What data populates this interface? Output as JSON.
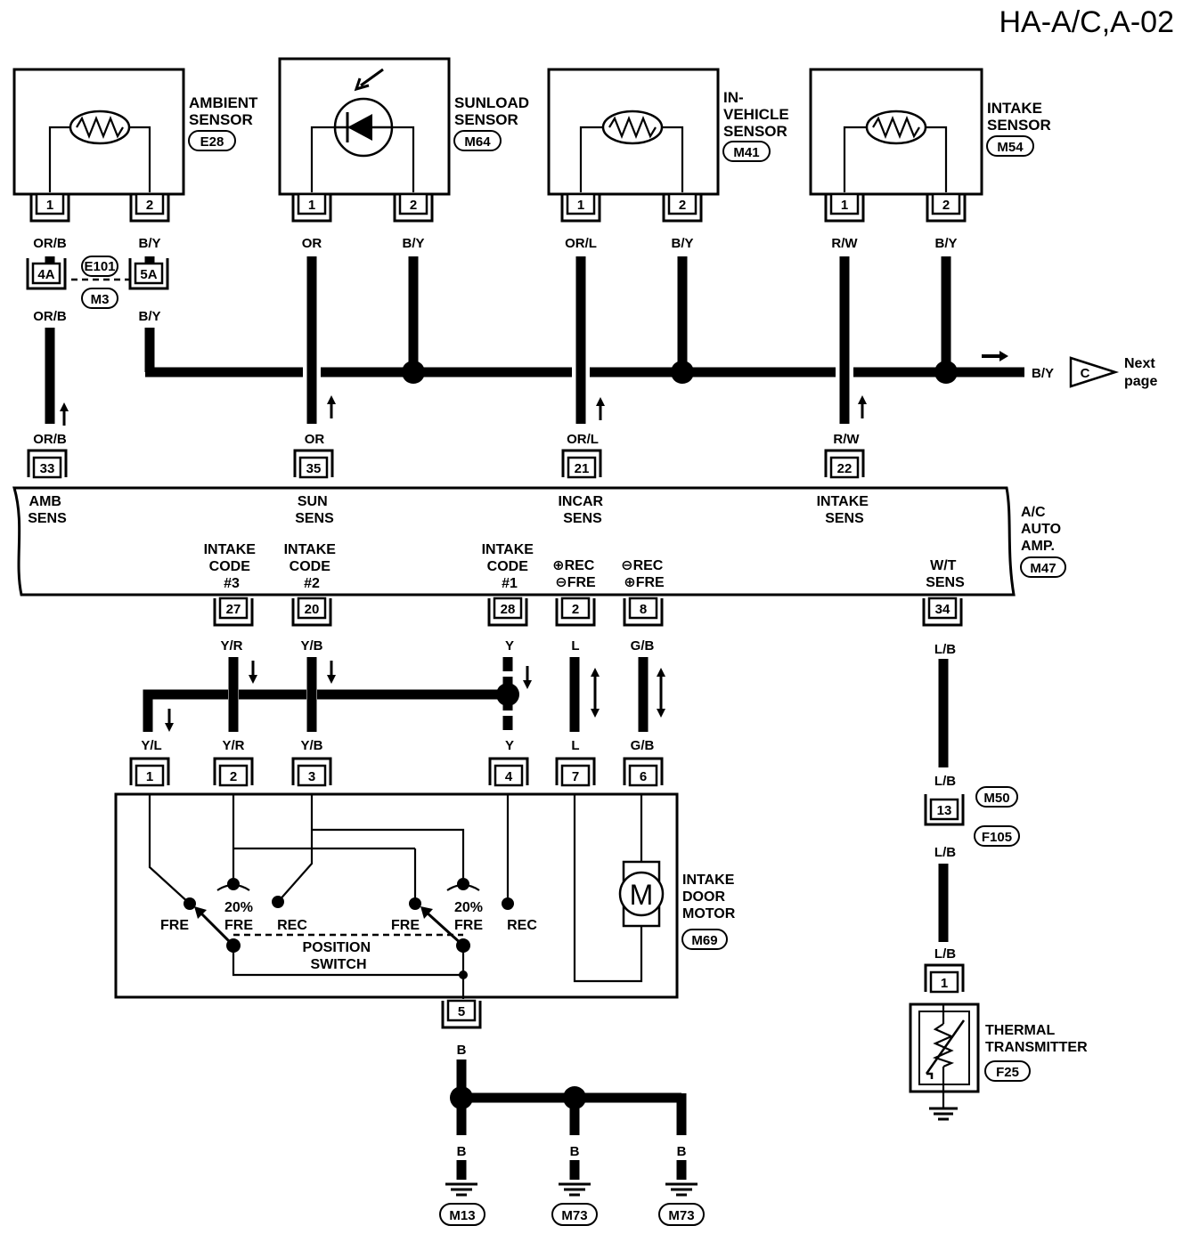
{
  "title": "HA-A/C,A-02",
  "sensors": [
    {
      "name_lines": [
        "AMBIENT",
        "SENSOR"
      ],
      "connector": "E28",
      "pin1": "1",
      "pin2": "2",
      "wire1": "OR/B",
      "wire2": "B/Y"
    },
    {
      "name_lines": [
        "SUNLOAD",
        "SENSOR"
      ],
      "connector": "M64",
      "pin1": "1",
      "pin2": "2",
      "wire1": "OR",
      "wire2": "B/Y"
    },
    {
      "name_lines": [
        "IN-",
        "VEHICLE",
        "SENSOR"
      ],
      "connector": "M41",
      "pin1": "1",
      "pin2": "2",
      "wire1": "OR/L",
      "wire2": "B/Y"
    },
    {
      "name_lines": [
        "INTAKE",
        "SENSOR"
      ],
      "connector": "M54",
      "pin1": "1",
      "pin2": "2",
      "wire1": "R/W",
      "wire2": "B/Y"
    }
  ],
  "joint_connector": {
    "pin_a": "4A",
    "pin_b": "5A",
    "conn_top": "E101",
    "conn_bottom": "M3",
    "wire_a": "OR/B",
    "wire_b": "B/Y"
  },
  "next_page": {
    "wire": "B/Y",
    "letter": "C",
    "lines": [
      "Next",
      "page"
    ]
  },
  "amp": {
    "name_lines": [
      "A/C",
      "AUTO",
      "AMP."
    ],
    "connector": "M47",
    "top_pins": [
      {
        "pin": "33",
        "wire": "OR/B",
        "label_lines": [
          "AMB",
          "SENS"
        ]
      },
      {
        "pin": "35",
        "wire": "OR",
        "label_lines": [
          "SUN",
          "SENS"
        ]
      },
      {
        "pin": "21",
        "wire": "OR/L",
        "label_lines": [
          "INCAR",
          "SENS"
        ]
      },
      {
        "pin": "22",
        "wire": "R/W",
        "label_lines": [
          "INTAKE",
          "SENS"
        ]
      }
    ],
    "bottom_pins": [
      {
        "pin": "27",
        "wire": "Y/R",
        "label_lines": [
          "INTAKE",
          "CODE",
          "#3"
        ]
      },
      {
        "pin": "20",
        "wire": "Y/B",
        "label_lines": [
          "INTAKE",
          "CODE",
          "#2"
        ]
      },
      {
        "pin": "28",
        "wire": "Y",
        "label_lines": [
          "INTAKE",
          "CODE",
          "#1"
        ]
      },
      {
        "pin": "2",
        "wire": "L",
        "label_lines": [
          "⊕REC",
          "⊖FRE"
        ]
      },
      {
        "pin": "8",
        "wire": "G/B",
        "label_lines": [
          "⊖REC",
          "⊕FRE"
        ]
      },
      {
        "pin": "34",
        "wire": "L/B",
        "label_lines": [
          "W/T",
          "SENS"
        ]
      }
    ]
  },
  "motor": {
    "name_lines": [
      "INTAKE",
      "DOOR",
      "MOTOR"
    ],
    "connector": "M69",
    "symbol": "M",
    "pins": [
      {
        "pin": "1",
        "wire": "Y/L"
      },
      {
        "pin": "2",
        "wire": "Y/R"
      },
      {
        "pin": "3",
        "wire": "Y/B"
      },
      {
        "pin": "4",
        "wire": "Y"
      },
      {
        "pin": "7",
        "wire": "L"
      },
      {
        "pin": "6",
        "wire": "G/B"
      }
    ],
    "ground_pin": "5",
    "ground_wire": "B",
    "switch_labels": {
      "fre": "FRE",
      "pct": "20%",
      "rec": "REC"
    },
    "position_switch_lines": [
      "POSITION",
      "SWITCH"
    ]
  },
  "grounds": [
    {
      "wire": "B",
      "connector": "M13"
    },
    {
      "wire": "B",
      "connector": "M73"
    },
    {
      "wire": "B",
      "connector": "M73"
    }
  ],
  "thermal": {
    "name_lines": [
      "THERMAL",
      "TRANSMITTER"
    ],
    "connector": "F25",
    "pin": "1",
    "wire": "L/B",
    "junction_pin": "13",
    "junction_conn_top": "M50",
    "junction_conn_bottom": "F105"
  }
}
